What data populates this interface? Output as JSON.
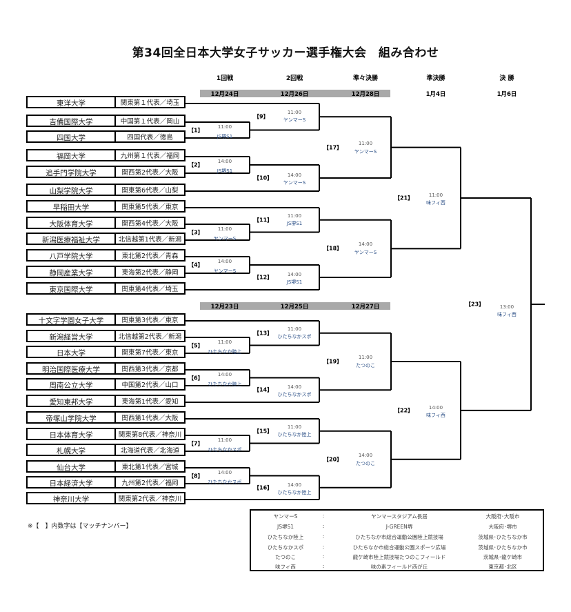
{
  "title": "第34回全日本大学女子サッカー選手権大会　組み合わせ",
  "rounds": [
    "1回戦",
    "2回戦",
    "準々決勝",
    "準決勝",
    "決 勝"
  ],
  "dates_top": [
    "12月24日",
    "12月26日",
    "12月28日",
    "1月4日",
    "1月6日"
  ],
  "dates_bottom": [
    "12月23日",
    "12月25日",
    "12月27日"
  ],
  "teams": [
    {
      "name": "東洋大学",
      "region": "関東第１代表／埼玉"
    },
    {
      "name": "吉備国際大学",
      "region": "中国第１代表／岡山"
    },
    {
      "name": "四国大学",
      "region": "四国代表／徳島"
    },
    {
      "name": "福岡大学",
      "region": "九州第１代表／福岡"
    },
    {
      "name": "追手門学院大学",
      "region": "関西第2代表／大阪"
    },
    {
      "name": "山梨学院大学",
      "region": "関東第6代表／山梨"
    },
    {
      "name": "早稲田大学",
      "region": "関東第5代表／東京"
    },
    {
      "name": "大阪体育大学",
      "region": "関西第4代表／大阪"
    },
    {
      "name": "新潟医療福祉大学",
      "region": "北信越第1代表／新潟"
    },
    {
      "name": "八戸学院大学",
      "region": "東北第2代表／青森"
    },
    {
      "name": "静岡産業大学",
      "region": "東海第2代表／静岡"
    },
    {
      "name": "東京国際大学",
      "region": "関東第4代表／埼玉"
    },
    {
      "name": "十文字学園女子大学",
      "region": "関東第3代表／東京"
    },
    {
      "name": "新潟経営大学",
      "region": "北信越第2代表／新潟"
    },
    {
      "name": "日本大学",
      "region": "関東第7代表／東京"
    },
    {
      "name": "明治国際医療大学",
      "region": "関西第3代表／京都"
    },
    {
      "name": "周南公立大学",
      "region": "中国第2代表／山口"
    },
    {
      "name": "愛知東邦大学",
      "region": "東海第1代表／愛知"
    },
    {
      "name": "帝塚山学院大学",
      "region": "関西第1代表／大阪"
    },
    {
      "name": "日本体育大学",
      "region": "関東第8代表／神奈川"
    },
    {
      "name": "札幌大学",
      "region": "北海道代表／北海道"
    },
    {
      "name": "仙台大学",
      "region": "東北第1代表／宮城"
    },
    {
      "name": "日本経済大学",
      "region": "九州第2代表／福岡"
    },
    {
      "name": "神奈川大学",
      "region": "関東第2代表／神奈川"
    }
  ],
  "matches": {
    "1": {
      "label": "【1】",
      "time": "11:00",
      "venue": "JS堺S1"
    },
    "2": {
      "label": "【2】",
      "time": "14:00",
      "venue": "JS堺S1"
    },
    "3": {
      "label": "【3】",
      "time": "11:00",
      "venue": "ヤンマーS"
    },
    "4": {
      "label": "【4】",
      "time": "14:00",
      "venue": "ヤンマーS"
    },
    "5": {
      "label": "【5】",
      "time": "11:00",
      "venue": "ひたちなか陸上"
    },
    "6": {
      "label": "【6】",
      "time": "14:00",
      "venue": "ひたちなか陸上"
    },
    "7": {
      "label": "【7】",
      "time": "11:00",
      "venue": "ひたちなかスポ"
    },
    "8": {
      "label": "【8】",
      "time": "14:00",
      "venue": "ひたちなかスポ"
    },
    "9": {
      "label": "【9】",
      "time": "11:00",
      "venue": "ヤンマーS"
    },
    "10": {
      "label": "【10】",
      "time": "14:00",
      "venue": "ヤンマーS"
    },
    "11": {
      "label": "【11】",
      "time": "11:00",
      "venue": "JS堺S1"
    },
    "12": {
      "label": "【12】",
      "time": "14:00",
      "venue": "JS堺S1"
    },
    "13": {
      "label": "【13】",
      "time": "11:00",
      "venue": "ひたちなかスポ"
    },
    "14": {
      "label": "【14】",
      "time": "14:00",
      "venue": "ひたちなかスポ"
    },
    "15": {
      "label": "【15】",
      "time": "11:00",
      "venue": "ひたちなか陸上"
    },
    "16": {
      "label": "【16】",
      "time": "14:00",
      "venue": "ひたちなか陸上"
    },
    "17": {
      "label": "【17】",
      "time": "11:00",
      "venue": "ヤンマーS"
    },
    "18": {
      "label": "【18】",
      "time": "14:00",
      "venue": "ヤンマーS"
    },
    "19": {
      "label": "【19】",
      "time": "11:00",
      "venue": "たつのこ"
    },
    "20": {
      "label": "【20】",
      "time": "14:00",
      "venue": "たつのこ"
    },
    "21": {
      "label": "【21】",
      "time": "11:00",
      "venue": "味フィ西"
    },
    "22": {
      "label": "【22】",
      "time": "14:00",
      "venue": "味フィ西"
    },
    "23": {
      "label": "【23】",
      "time": "13:00",
      "venue": "味フィ西"
    }
  },
  "note": "※【　】内数字は【マッチナンバー】",
  "legend": [
    {
      "abbr": "ヤンマーS",
      "sep": ":",
      "venue": "ヤンマースタジアム長居",
      "location": "大阪府･大阪市"
    },
    {
      "abbr": "JS堺S1",
      "sep": ":",
      "venue": "J-GREEN堺",
      "location": "大阪府･堺市"
    },
    {
      "abbr": "ひたちなか陸上",
      "sep": ":",
      "venue": "ひたちなか市総合運動公園陸上競技場",
      "location": "茨城県･ひたちなか市"
    },
    {
      "abbr": "ひたちなかスポ",
      "sep": ":",
      "venue": "ひたちなか市総合運動公園スポーツ広場",
      "location": "茨城県･ひたちなか市"
    },
    {
      "abbr": "たつのこ",
      "sep": ":",
      "venue": "龍ケ崎市陸上競技場たつのこフィールド",
      "location": "茨城県･龍ケ崎市"
    },
    {
      "abbr": "味フィ西",
      "sep": ":",
      "venue": "味の素フィールド西が丘",
      "location": "東京都･北区"
    }
  ]
}
